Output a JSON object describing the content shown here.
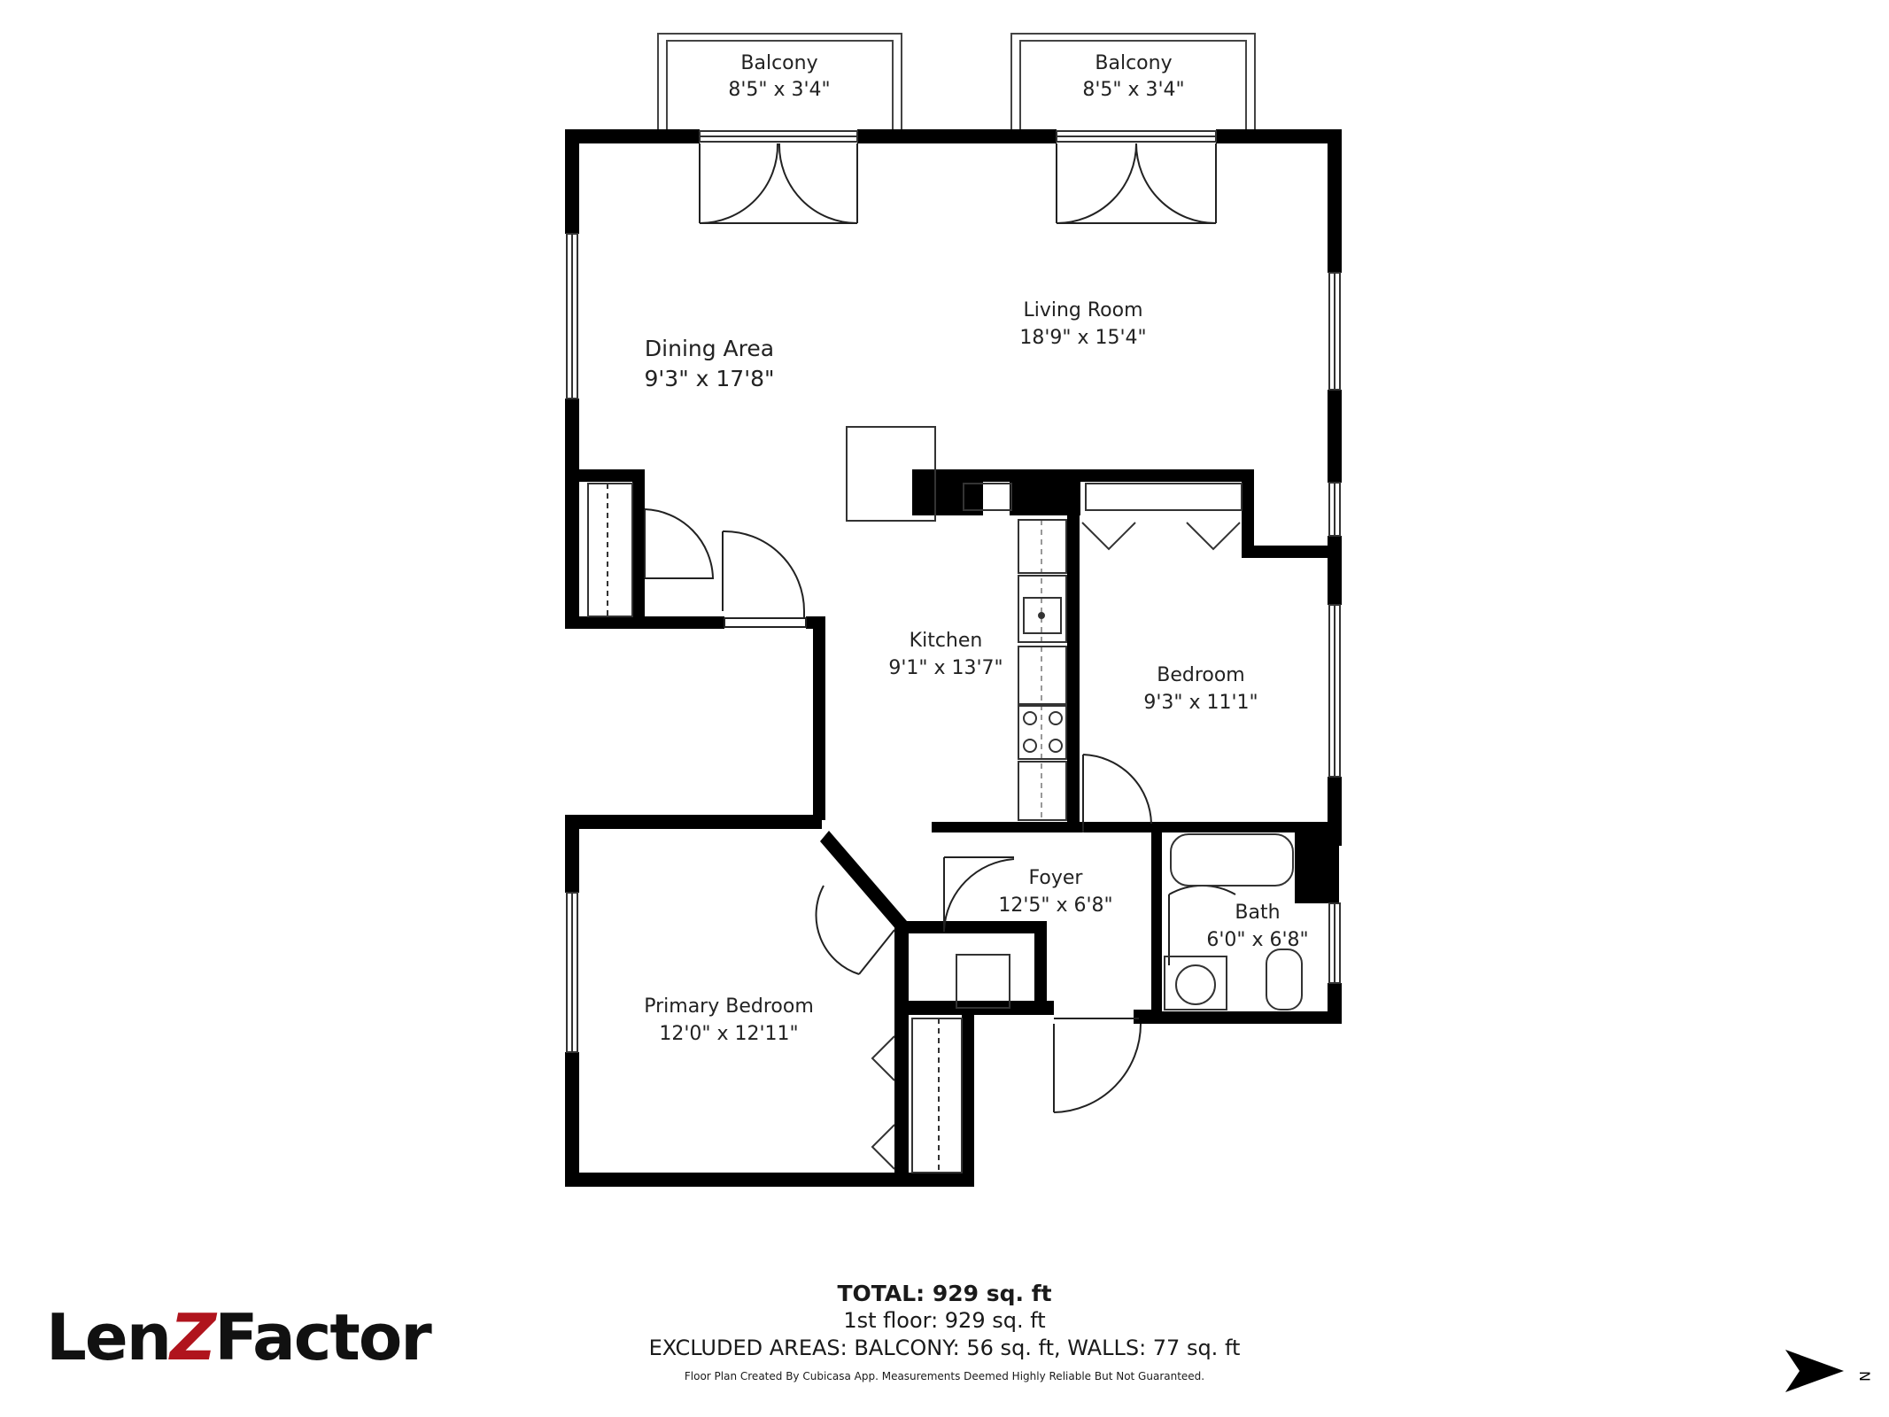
{
  "rooms": [
    {
      "id": "balcony-left",
      "name": "Balcony",
      "size": "8'5\" x 3'4\""
    },
    {
      "id": "balcony-right",
      "name": "Balcony",
      "size": "8'5\" x 3'4\""
    },
    {
      "id": "dining-area",
      "name": "Dining Area",
      "size": "9'3\" x 17'8\""
    },
    {
      "id": "living-room",
      "name": "Living Room",
      "size": "18'9\" x 15'4\""
    },
    {
      "id": "kitchen",
      "name": "Kitchen",
      "size": "9'1\" x 13'7\""
    },
    {
      "id": "bedroom",
      "name": "Bedroom",
      "size": "9'3\" x 11'1\""
    },
    {
      "id": "foyer",
      "name": "Foyer",
      "size": "12'5\" x 6'8\""
    },
    {
      "id": "bath",
      "name": "Bath",
      "size": "6'0\" x 6'8\""
    },
    {
      "id": "primary-bedroom",
      "name": "Primary Bedroom",
      "size": "12'0\" x 12'11\""
    }
  ],
  "totals": {
    "total": "TOTAL: 929 sq. ft",
    "first_floor": "1st floor: 929 sq. ft",
    "excluded": "EXCLUDED AREAS: BALCONY: 56 sq. ft, WALLS: 77 sq. ft",
    "disclaimer": "Floor Plan Created By Cubicasa App. Measurements Deemed Highly Reliable But Not Guaranteed."
  },
  "logo": {
    "part1": "Len",
    "part2": "Z",
    "part3": "Factor",
    "accent_color": "#b0141d"
  },
  "compass": {
    "label": "N",
    "icon": "north-arrow-icon"
  },
  "colors": {
    "wall": "#000000",
    "line": "#222222",
    "background": "#ffffff"
  }
}
